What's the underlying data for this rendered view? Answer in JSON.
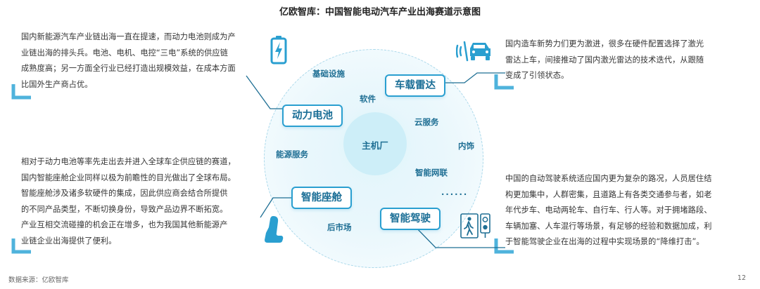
{
  "title": "亿欧智库：中国智能电动汽车产业出海赛道示意图",
  "left_top_paragraph": [
    "国内新能源汽车产业链出海一直在提速，而动力电池则成为产",
    "业链出海的排头兵。电池、电机、电控“三电”系统的供应链",
    "成熟度高；另一方面全行业已经打造出规模效益，在成本方面",
    "比国外生产商占优。"
  ],
  "left_bottom_paragraph": [
    "相对于动力电池等率先走出去并进入全球车企供应链的赛道，",
    "国内智能座舱企业同样以极为前瞻性的目光做出了全球布局。",
    "智能座舱涉及诸多软硬件的集成，因此供应商会结合所提供",
    "的不同产品类型，不断切换身份，导致产品边界不断拓宽。",
    "产业互相交流碰撞的机会正在增多，也为我国其他新能源产",
    "业链企业出海提供了便利。"
  ],
  "right_top_paragraph": [
    "国内造车新势力们更为激进，很多在硬件配置选择了激光",
    "雷达上车，间接推动了国内激光雷达的技术迭代，从跟随",
    "变成了引领状态。"
  ],
  "right_bottom_paragraph": [
    "中国的自动驾驶系统适应国内更为复杂的路况，人员居住结",
    "构更加集中，人群密集，且道路上有各类交通参与者，如老",
    "年代步车、电动两轮车、自行车、行人等。对于拥堵路段、",
    "车辆加塞、人车混行等场景，有足够的经验和数据加成，利",
    "于智能驾驶企业在出海的过程中实现场景的“降维打击”。"
  ],
  "center": "主机厂",
  "items": {
    "infrastructure": "基础设施",
    "software": "软件",
    "cloud": "云服务",
    "interior": "内饰",
    "energy": "能源服务",
    "iov": "智能网联",
    "dots": "······",
    "aftermarket": "后市场"
  },
  "pills": {
    "battery": "动力电池",
    "lidar": "车载雷达",
    "cockpit": "智能座舱",
    "driving": "智能驾驶"
  },
  "icons": [
    "battery-icon",
    "lidar-car-icon",
    "seat-icon",
    "pedestrian-signal-icon"
  ],
  "colors": {
    "accent": "#2a9fd0",
    "dark_accent": "#1f6f94",
    "bracket": "#4fb3dc"
  },
  "footer": {
    "source": "数据来源：亿欧智库",
    "page": "12"
  }
}
